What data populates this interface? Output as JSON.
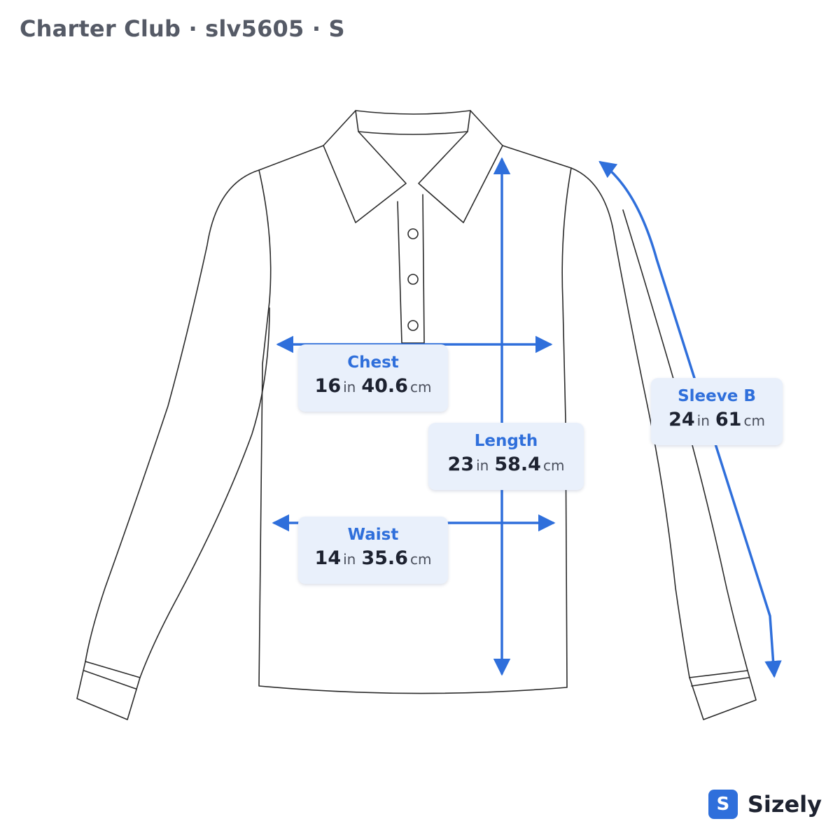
{
  "header": {
    "title": "Charter Club · slv5605 · S"
  },
  "measurements": {
    "chest": {
      "name": "Chest",
      "in": "16",
      "in_unit": "in",
      "cm": "40.6",
      "cm_unit": "cm"
    },
    "length": {
      "name": "Length",
      "in": "23",
      "in_unit": "in",
      "cm": "58.4",
      "cm_unit": "cm"
    },
    "waist": {
      "name": "Waist",
      "in": "14",
      "in_unit": "in",
      "cm": "35.6",
      "cm_unit": "cm"
    },
    "sleeve": {
      "name": "Sleeve B",
      "in": "24",
      "in_unit": "in",
      "cm": "61",
      "cm_unit": "cm"
    }
  },
  "brand": {
    "badge": "S",
    "name": "Sizely"
  },
  "colors": {
    "accent": "#2f6fdb",
    "label_bg": "#e9f0fb",
    "outline": "#2a2a2a"
  }
}
